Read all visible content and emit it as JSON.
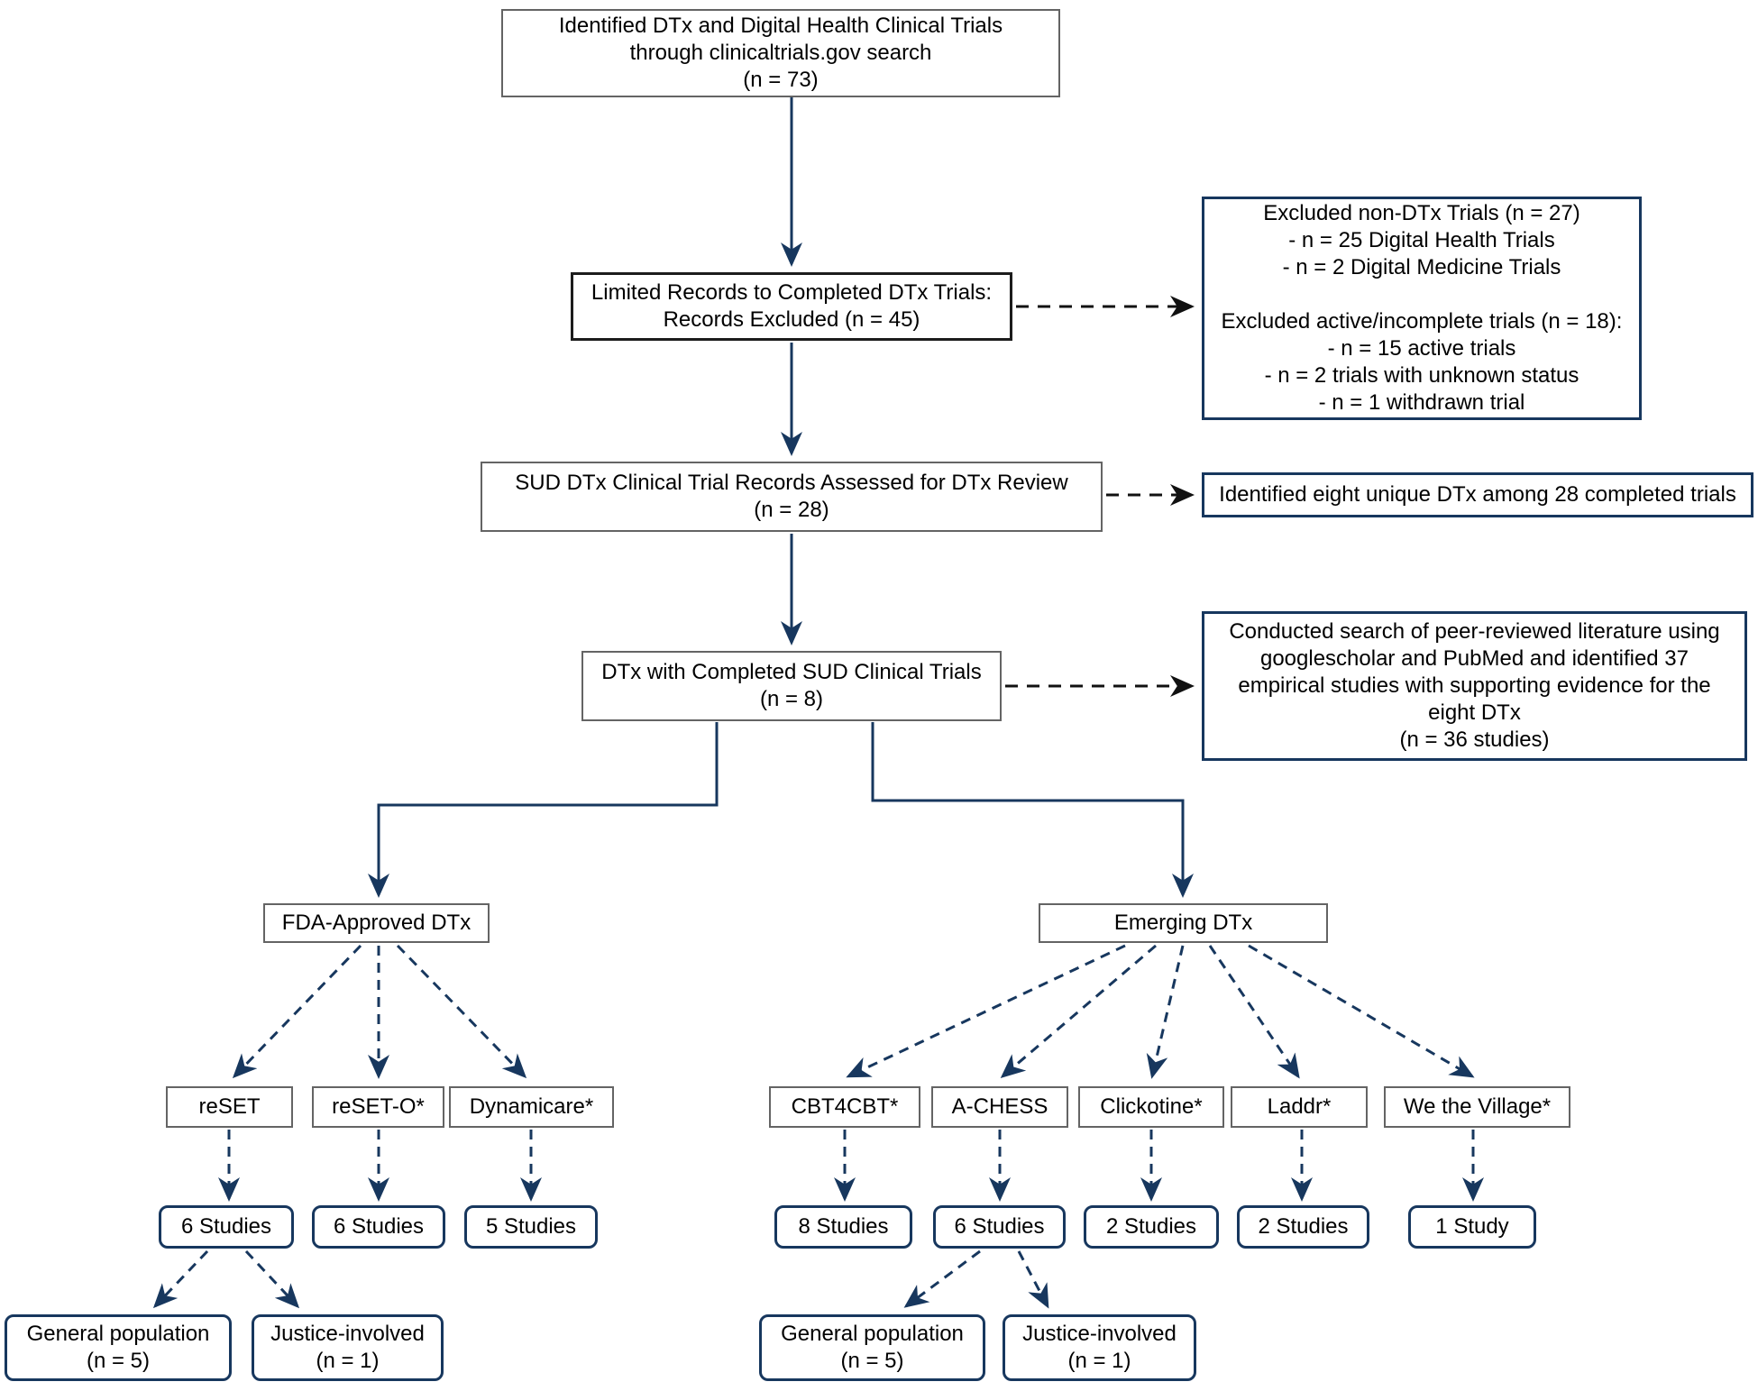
{
  "flow": {
    "identified": "Identified DTx and Digital Health Clinical Trials\nthrough clinicaltrials.gov search\n(n = 73)",
    "limited": "Limited Records to Completed DTx Trials:\nRecords Excluded (n = 45)",
    "assessed": "SUD DTx Clinical Trial Records Assessed for DTx Review\n(n = 28)",
    "completed": "DTx with Completed SUD Clinical Trials\n(n = 8)"
  },
  "notes": {
    "excluded": "Excluded non-DTx Trials (n = 27)\n- n = 25 Digital Health Trials\n- n = 2 Digital Medicine Trials\n\nExcluded active/incomplete trials (n = 18):\n- n = 15 active trials\n- n = 2 trials with unknown status\n- n = 1 withdrawn trial",
    "unique": "Identified eight unique DTx among 28 completed trials",
    "literature": "Conducted search of peer-reviewed literature using\ngooglescholar and PubMed and identified 37\nempirical studies with supporting evidence for the\neight DTx\n(n = 36 studies)"
  },
  "branches": {
    "fda": {
      "label": "FDA-Approved DTx",
      "products": [
        {
          "name": "reSET",
          "studies": "6 Studies"
        },
        {
          "name": "reSET-O*",
          "studies": "6 Studies"
        },
        {
          "name": "Dynamicare*",
          "studies": "5 Studies"
        }
      ],
      "populations": [
        "General population\n(n = 5)",
        "Justice-involved\n(n = 1)"
      ]
    },
    "emerging": {
      "label": "Emerging DTx",
      "products": [
        {
          "name": "CBT4CBT*",
          "studies": "8 Studies"
        },
        {
          "name": "A-CHESS",
          "studies": "6 Studies"
        },
        {
          "name": "Clickotine*",
          "studies": "2 Studies"
        },
        {
          "name": "Laddr*",
          "studies": "2 Studies"
        },
        {
          "name": "We the Village*",
          "studies": "1 Study"
        }
      ],
      "populations": [
        "General population\n(n = 5)",
        "Justice-involved\n(n = 1)"
      ]
    }
  },
  "colors": {
    "navy": "#17375e",
    "arrow_black": "#111111"
  }
}
